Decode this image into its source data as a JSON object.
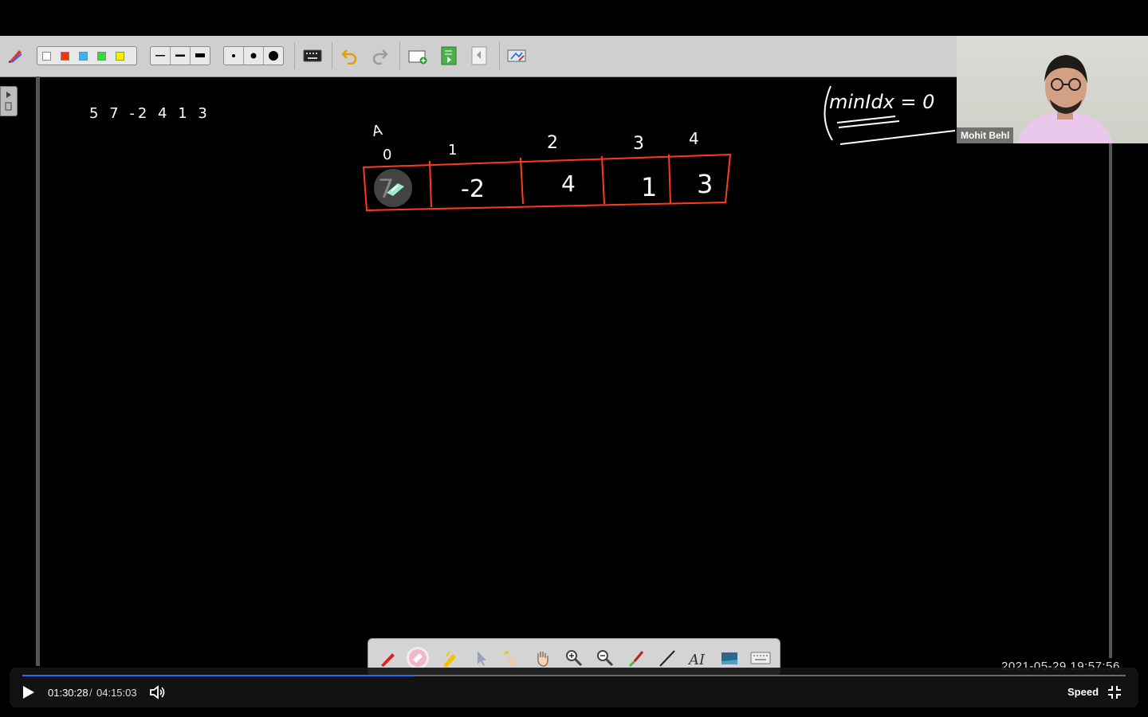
{
  "toolbar": {
    "colors": [
      "#ffffff",
      "#ff3300",
      "#3ab0ff",
      "#33dd33",
      "#ffee00"
    ],
    "line_widths": [
      "thin",
      "medium",
      "thick"
    ],
    "point_sizes": [
      "small",
      "medium",
      "large"
    ],
    "icons": {
      "pen_settings": "pen-settings-icon",
      "keyboard": "keyboard-icon",
      "undo": "undo-icon",
      "redo": "redo-icon",
      "add_page": "add-page-icon",
      "next_page": "next-page-icon",
      "prev_page": "prev-page-icon",
      "screenshot": "screenshot-icon"
    }
  },
  "board": {
    "top_left_note": "5 7 -2 4 1 3",
    "array_indices": [
      "0",
      "1",
      "2",
      "3",
      "4"
    ],
    "array_values": [
      "7",
      "-2",
      "4",
      "1",
      "3"
    ],
    "pointer_mark": "A",
    "side_note": "minIdx = 0",
    "stroke_color": "#ff3b1f"
  },
  "webcam": {
    "presenter_name": "Mohit Behl"
  },
  "palette": {
    "tools": [
      "pen-tool",
      "eraser-tool",
      "highlighter-tool",
      "pointer-tool",
      "magic-pointer-tool",
      "pan-tool",
      "zoom-in-tool",
      "zoom-out-tool",
      "brush-tool",
      "line-tool",
      "text-tool",
      "background-tool",
      "keyboard-tool"
    ]
  },
  "recording_timestamp": "2021-05-29 19:57:56",
  "player": {
    "current_time": "01:30:28",
    "separator": "/",
    "duration": "04:15:03",
    "speed_label": "Speed",
    "progress_fraction": 0.355
  }
}
